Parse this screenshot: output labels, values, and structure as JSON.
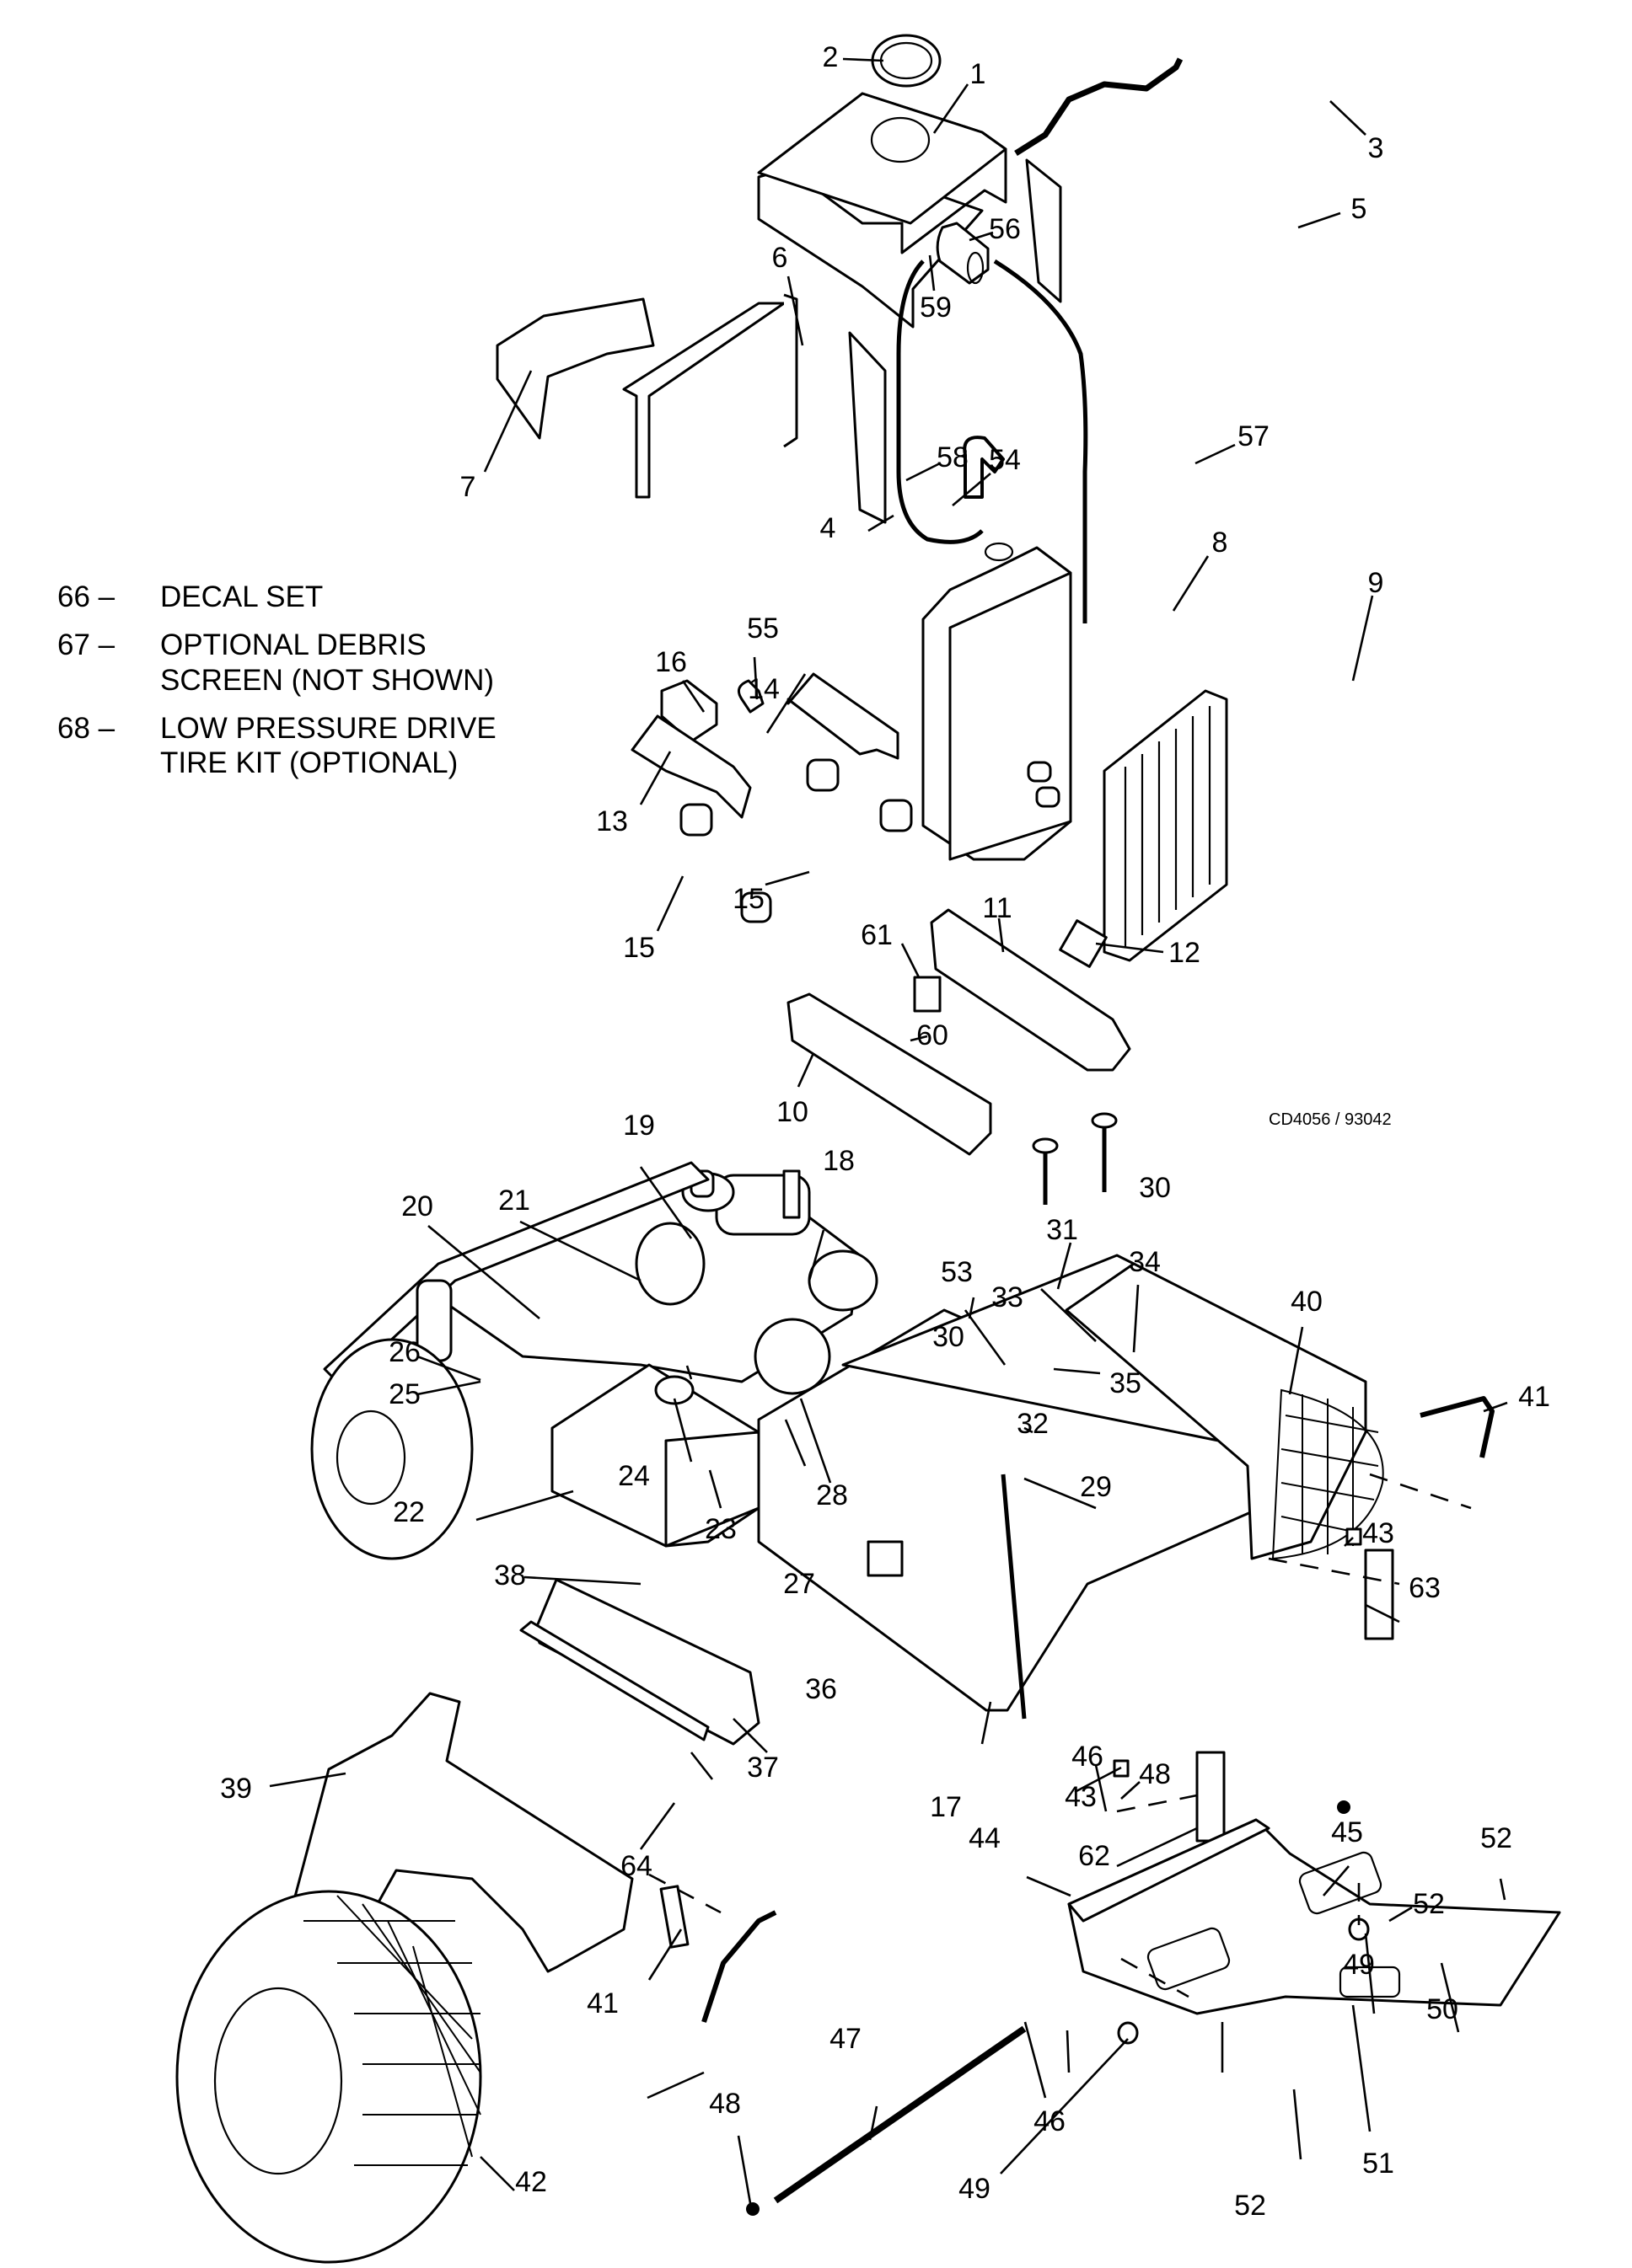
{
  "figure": {
    "title": "Exploded parts diagram — hood, radiator, engine, frame and footrest assembly",
    "figure_code": "CD4056 / 93042"
  },
  "notes": [
    {
      "num": "66 –",
      "text": "DECAL SET"
    },
    {
      "num": "67 –",
      "text": "OPTIONAL DEBRIS\nSCREEN (NOT SHOWN)"
    },
    {
      "num": "68 –",
      "text": "LOW PRESSURE DRIVE\nTIRE KIT (OPTIONAL)"
    }
  ],
  "callouts": {
    "c1": "1",
    "c2": "2",
    "c3": "3",
    "c4": "4",
    "c5": "5",
    "c6": "6",
    "c7": "7",
    "c8": "8",
    "c9": "9",
    "c10": "10",
    "c11": "11",
    "c12": "12",
    "c13": "13",
    "c14": "14",
    "c15a": "15",
    "c15b": "15",
    "c16": "16",
    "c17": "17",
    "c18": "18",
    "c19": "19",
    "c20": "20",
    "c21": "21",
    "c22": "22",
    "c23": "23",
    "c24": "24",
    "c25": "25",
    "c26": "26",
    "c27": "27",
    "c28": "28",
    "c29": "29",
    "c30a": "30",
    "c30b": "30",
    "c31": "31",
    "c32": "32",
    "c33": "33",
    "c34": "34",
    "c35": "35",
    "c36": "36",
    "c37": "37",
    "c38": "38",
    "c39": "39",
    "c40": "40",
    "c41a": "41",
    "c41b": "41",
    "c42": "42",
    "c43a": "43",
    "c43b": "43",
    "c44": "44",
    "c45": "45",
    "c46a": "46",
    "c46b": "46",
    "c47": "47",
    "c48a": "48",
    "c48b": "48",
    "c49a": "49",
    "c49b": "49",
    "c50": "50",
    "c51": "51",
    "c52a": "52",
    "c52b": "52",
    "c52c": "52",
    "c53": "53",
    "c54": "54",
    "c55": "55",
    "c56": "56",
    "c57": "57",
    "c58": "58",
    "c59": "59",
    "c60": "60",
    "c61": "61",
    "c62": "62",
    "c63": "63",
    "c64": "64"
  }
}
